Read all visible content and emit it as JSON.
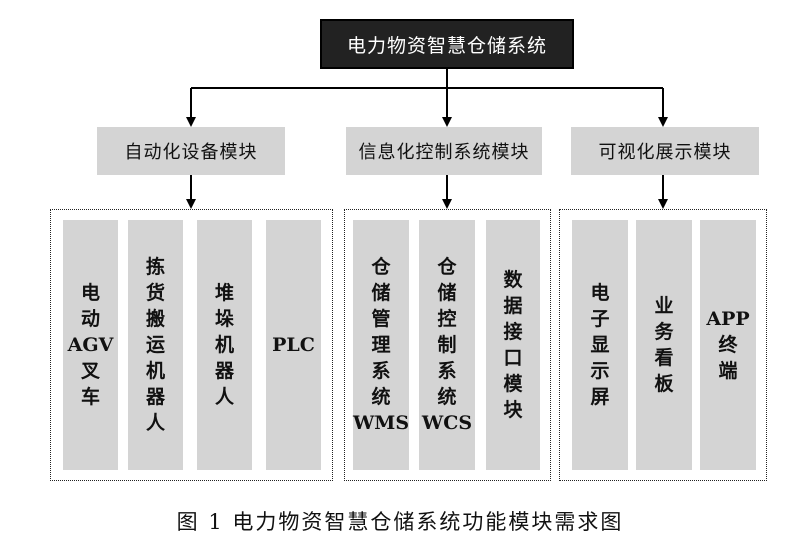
{
  "diagram": {
    "root": "电力物资智慧仓储系统",
    "modules": [
      {
        "label": "自动化设备模块",
        "items": [
          "电\n动\nAGV\n叉\n车",
          "拣\n货\n搬\n运\n机\n器\n人",
          "堆\n垛\n机\n器\n人",
          "PLC"
        ]
      },
      {
        "label": "信息化控制系统模块",
        "items": [
          "仓\n储\n管\n理\n系\n统\nWMS",
          "仓\n储\n控\n制\n系\n统\nWCS",
          "数\n据\n接\n口\n模\n块"
        ]
      },
      {
        "label": "可视化展示模块",
        "items": [
          "电\n子\n显\n示\n屏",
          "业\n务\n看\n板",
          "APP\n终\n端"
        ]
      }
    ]
  },
  "caption": "图 1  电力物资智慧仓储系统功能模块需求图"
}
